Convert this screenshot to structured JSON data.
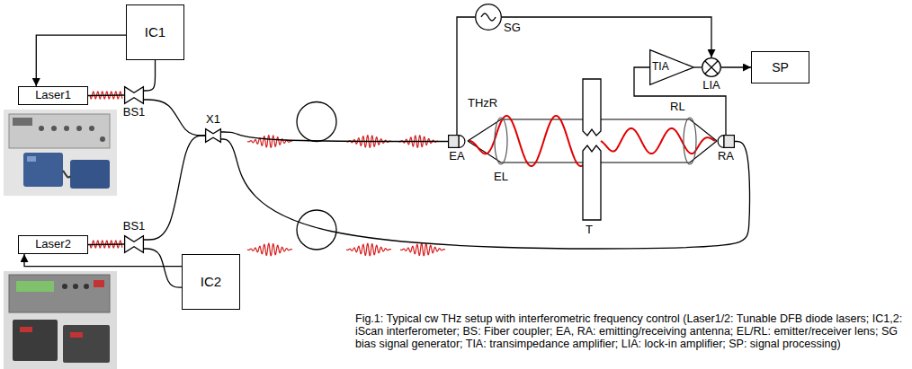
{
  "diagram": {
    "caption": "Fig.1: Typical cw THz setup with interferometric frequency control (Laser1/2: Tunable DFB diode lasers; IC1,2: iScan interferometer; BS: Fiber coupler; EA, RA: emitting/receiving antenna; EL/RL: emitter/receiver lens; SG bias signal generator; TIA: transimpedance amplifier; LIA: lock-in amplifier; SP: signal processing)",
    "nodes": [
      {
        "text": [
          "IC1"
        ]
      },
      {
        "text": [
          "Laser1"
        ]
      },
      {
        "text": [
          "BS1"
        ]
      },
      {
        "text": [
          "X1"
        ]
      },
      {
        "text": [
          "Laser2"
        ]
      },
      {
        "text": [
          "BS1"
        ]
      },
      {
        "text": [
          "IC2"
        ]
      },
      {
        "text": [
          "SG"
        ]
      },
      {
        "text": [
          "EA"
        ]
      },
      {
        "text": [
          "TIA"
        ]
      },
      {
        "text": [
          "LIA"
        ]
      },
      {
        "text": [
          "SP"
        ]
      },
      {
        "text": [
          "RA"
        ]
      }
    ],
    "edges": [
      {
        "from": 0,
        "to": 1,
        "arrow": "to"
      },
      {
        "from": 1,
        "to": 2,
        "arrow": "none"
      },
      {
        "from": 2,
        "to": 0,
        "arrow": "none"
      },
      {
        "from": 2,
        "to": 3,
        "arrow": "none"
      },
      {
        "from": 4,
        "to": 5,
        "arrow": "none"
      },
      {
        "from": 5,
        "to": 3,
        "arrow": "none"
      },
      {
        "from": 5,
        "to": 6,
        "arrow": "none"
      },
      {
        "from": 6,
        "to": 4,
        "arrow": "to"
      },
      {
        "from": 3,
        "to": 8,
        "arrow": "none"
      },
      {
        "from": 3,
        "to": 12,
        "arrow": "none"
      },
      {
        "from": 7,
        "to": 8,
        "arrow": "none"
      },
      {
        "from": 7,
        "to": 10,
        "arrow": "to"
      },
      {
        "from": 12,
        "to": 9,
        "arrow": "none"
      },
      {
        "from": 9,
        "to": 10,
        "arrow": "none"
      },
      {
        "from": 10,
        "to": 11,
        "arrow": "to"
      }
    ],
    "labels": [
      "THzR",
      "EL",
      "RL",
      "T"
    ]
  }
}
